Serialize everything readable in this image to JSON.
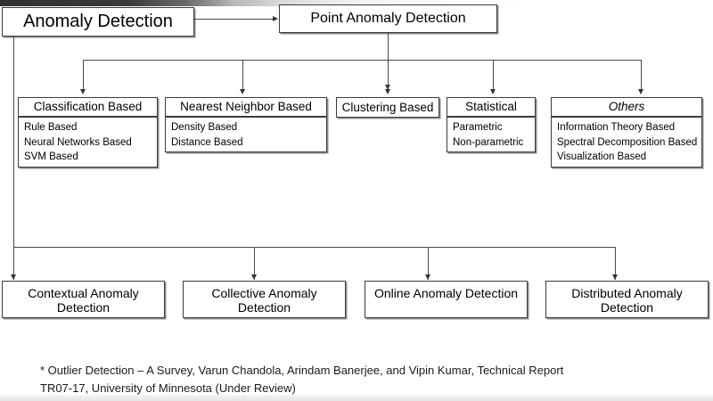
{
  "slide": {
    "root": {
      "label": "Anomaly Detection"
    },
    "point": {
      "label": "Point Anomaly Detection"
    },
    "categories": [
      {
        "header": "Classification Based",
        "italic": false,
        "items": [
          "Rule Based",
          "Neural Networks Based",
          "SVM Based"
        ]
      },
      {
        "header": "Nearest Neighbor Based",
        "italic": false,
        "items": [
          "Density Based",
          "Distance Based"
        ]
      },
      {
        "header": "Clustering Based",
        "italic": false,
        "items": []
      },
      {
        "header": "Statistical",
        "italic": false,
        "items": [
          "Parametric",
          "Non-parametric"
        ]
      },
      {
        "header": "Others",
        "italic": true,
        "items": [
          "Information Theory Based",
          "Spectral Decomposition Based",
          "Visualization Based"
        ]
      }
    ],
    "types": [
      {
        "label": "Contextual Anomaly\nDetection"
      },
      {
        "label": "Collective Anomaly\nDetection"
      },
      {
        "label": "Online Anomaly\nDetection"
      },
      {
        "label": "Distributed Anomaly\nDetection"
      }
    ],
    "footnote": "* Outlier Detection – A Survey, Varun Chandola, Arindam Banerjee, and Vipin Kumar, Technical Report\nTR07-17, University of Minnesota (Under Review)",
    "colors": {
      "box_border": "#3c3c3c",
      "connector": "#4a4a4a",
      "text": "#000000",
      "background": "#ffffff"
    }
  }
}
